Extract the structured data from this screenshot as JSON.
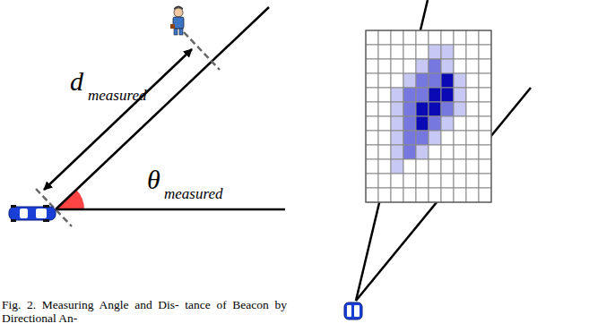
{
  "diagram": {
    "caption": "Fig. 2. Measuring Angle and Dis- tance of Beacon by Directional An-",
    "labels": [
      "d",
      "measured",
      "θ",
      "measured"
    ]
  }
}
